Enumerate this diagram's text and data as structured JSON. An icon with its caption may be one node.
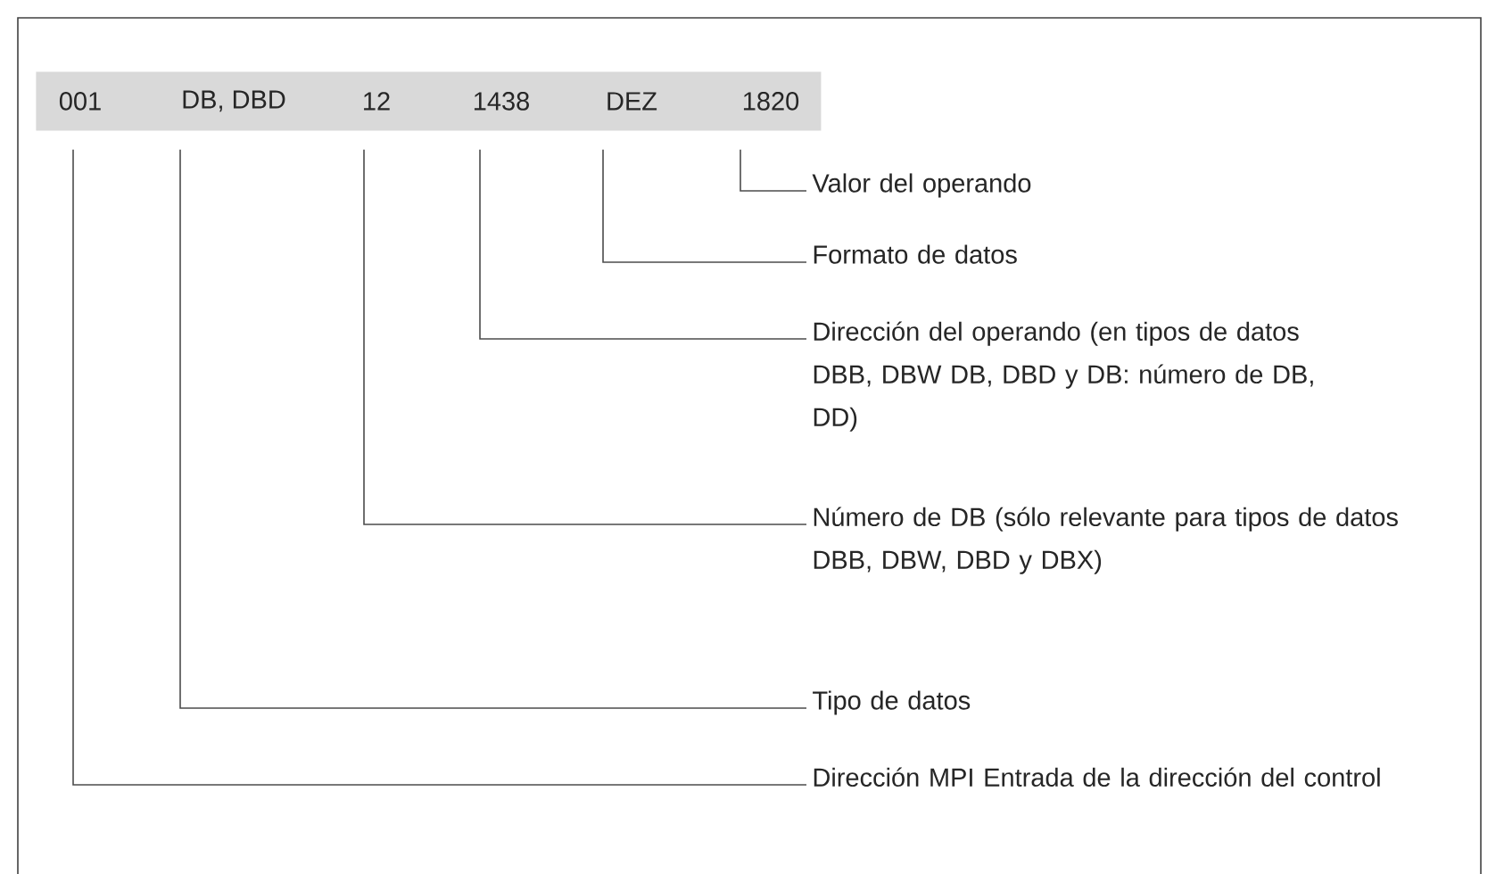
{
  "diagram": {
    "nodes": [
      {
        "text": [],
        "shape": "bar"
      },
      {
        "text": [
          "001"
        ],
        "in": 0
      },
      {
        "text": [
          "DB, DBD"
        ],
        "in": 0
      },
      {
        "text": [
          "12"
        ],
        "in": 0
      },
      {
        "text": [
          "1438"
        ],
        "in": 0
      },
      {
        "text": [
          "DEZ"
        ],
        "in": 0
      },
      {
        "text": [
          "1820"
        ],
        "in": 0
      },
      {
        "text": [
          "Valor del operando"
        ]
      },
      {
        "text": [
          "Formato de datos"
        ]
      },
      {
        "text": [
          "Dirección del operando (en tipos de datos DBB, DBW DB, DBD y DB: número de DB, DD)"
        ]
      },
      {
        "text": [
          "Número de DB (sólo relevante para tipos de datos DBB, DBW, DBD y DBX)"
        ]
      },
      {
        "text": [
          "Tipo de datos"
        ]
      },
      {
        "text": [
          "Dirección MPI Entrada de la dirección del control"
        ]
      }
    ],
    "edges": [
      {
        "from": 6,
        "to": 7,
        "arrow": "none"
      },
      {
        "from": 5,
        "to": 8,
        "arrow": "none"
      },
      {
        "from": 4,
        "to": 9,
        "arrow": "none"
      },
      {
        "from": 3,
        "to": 10,
        "arrow": "none"
      },
      {
        "from": 2,
        "to": 11,
        "arrow": "none"
      },
      {
        "from": 1,
        "to": 12,
        "arrow": "none"
      }
    ]
  }
}
